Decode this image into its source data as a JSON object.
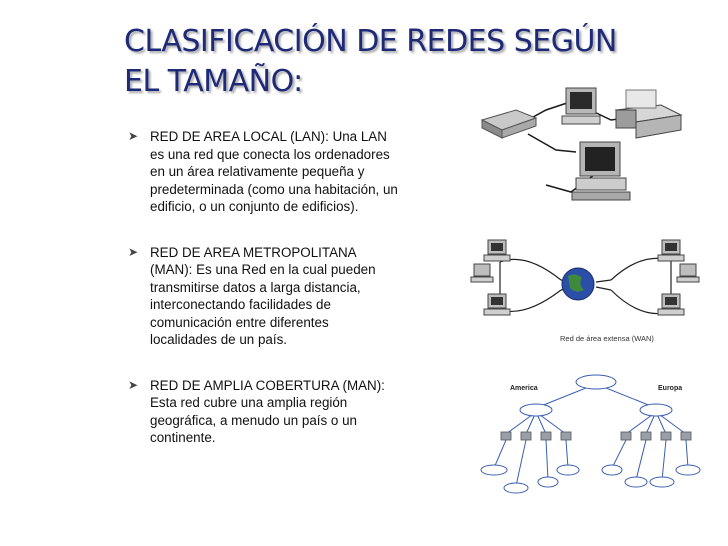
{
  "slide": {
    "title_line1": "CLASIFICACIÓN DE REDES SEGÚN",
    "title_line2": "EL TAMAÑO:",
    "bullets": [
      "RED DE AREA LOCAL (LAN):  Una LAN es una red que conecta los ordenadores en un área relativamente pequeña y predeterminada (como una habitación, un edificio, o un conjunto de edificios).",
      "RED DE AREA METROPOLITANA (MAN): Es una Red en la cual pueden transmitirse datos a larga distancia, interconectando facilidades de comunicación entre diferentes localidades de un país.",
      "RED DE AMPLIA COBERTURA (MAN): Esta red cubre una amplia región geográfica, a menudo un país o un continente."
    ]
  },
  "figures": {
    "wan_caption": "Red de área extensa (WAN)",
    "america_label": "America",
    "europa_label": "Europa"
  },
  "colors": {
    "title": "#1e2a78",
    "text": "#111111"
  }
}
